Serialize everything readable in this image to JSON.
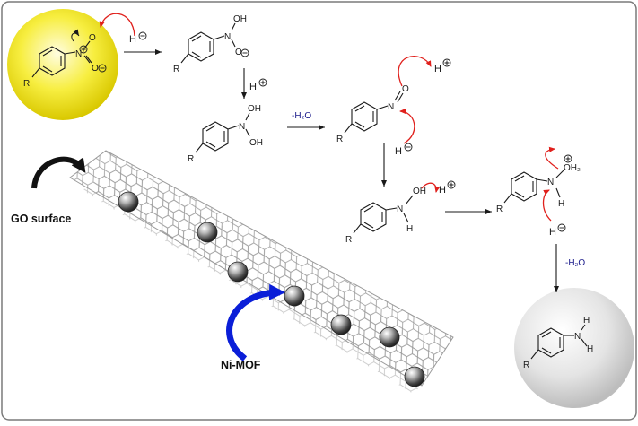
{
  "colors": {
    "frame": "#7a7a7a",
    "bond": "#1a1a1a",
    "red_arrow": "#e0201c",
    "blue_text": "#1a1a8a",
    "yellow_sphere": "#f5ec3a",
    "gray_sphere": "#d9d9d9",
    "ni_mof_arrow": "#0a1ed8",
    "go_arrow": "#111111",
    "sheet": "#b8b8b8"
  },
  "labels": {
    "hydride_1": "H",
    "proton_1": "H",
    "dehydration_1": "-H₂O",
    "proton_2": "H",
    "hydride_2": "H",
    "proton_3": "H",
    "hydride_3": "H",
    "dehydration_2": "-H₂O",
    "go_surface": "GO surface",
    "ni_mof": "Ni-MOF"
  },
  "atoms": {
    "R": "R",
    "N": "N",
    "O": "O",
    "OH": "OH",
    "OH2": "OH₂",
    "H": "H"
  },
  "icons": {
    "minus": "circled-minus-icon",
    "plus": "circled-plus-icon",
    "curved_arrow": "curved-arrow-icon",
    "ni_particle": "ni-particle-icon"
  }
}
